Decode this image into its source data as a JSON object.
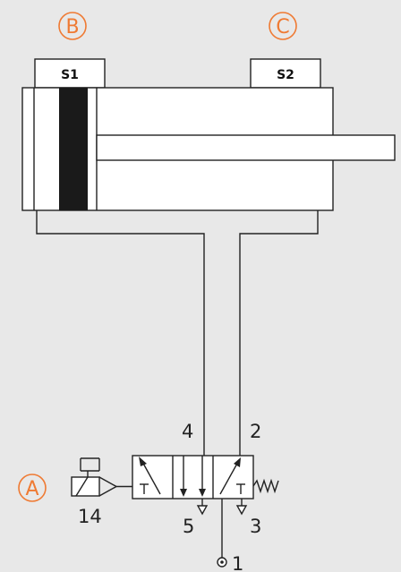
{
  "labels": {
    "actuator": "A",
    "sensor_left": "B",
    "sensor_right": "C"
  },
  "sensors": {
    "left": "S1",
    "right": "S2"
  },
  "ports": {
    "p4": "4",
    "p2": "2",
    "p5": "5",
    "p3": "3",
    "p1": "1",
    "p14": "14"
  },
  "colors": {
    "accent": "#ef7a33",
    "background": "#e8e8e8",
    "line": "#222222",
    "piston": "#1a1a1a"
  }
}
